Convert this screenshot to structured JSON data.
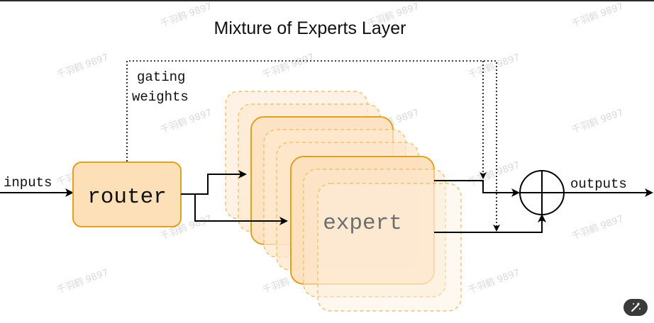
{
  "diagram": {
    "title": "Mixture of Experts Layer",
    "labels": {
      "inputs": "inputs",
      "outputs": "outputs",
      "router": "router",
      "expert": "expert",
      "gating_line1": "gating",
      "gating_line2": "weights"
    },
    "watermark": "千羽鹤 9897"
  },
  "colors": {
    "router_fill": "#fde0b8",
    "router_stroke": "#e0a020",
    "expert_fill": "#fde4c4",
    "expert_stroke": "#e0a020",
    "line": "#000000"
  },
  "icons": {
    "combine": "circle-plus-icon",
    "tool_button": "magic-wand-icon"
  }
}
